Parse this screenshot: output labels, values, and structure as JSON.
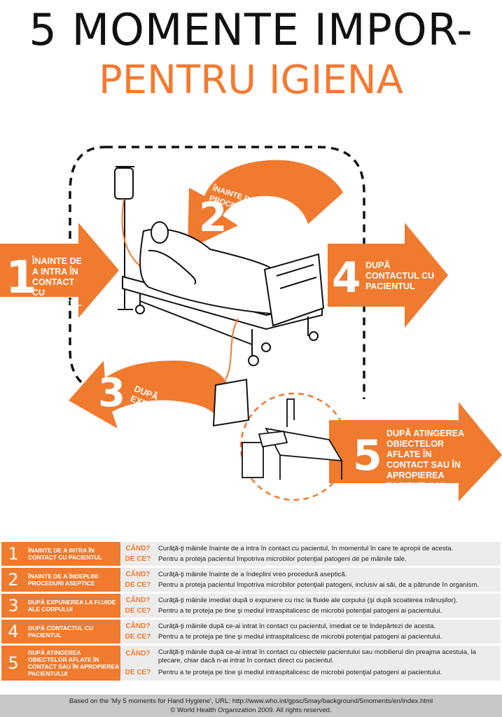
{
  "header": {
    "line1": "5 MOMENTE IMPOR-",
    "line2": "PENTRU IGIENA"
  },
  "colors": {
    "accent": "#f07a2e",
    "dark": "#111111",
    "gray": "#ececec"
  },
  "moments": [
    {
      "num": "1",
      "label": "ÎNAINTE DE A INTRA ÎN CONTACT CU PACIENTUL"
    },
    {
      "num": "2",
      "label": "ÎNAINTE DE A ÎNDEPLINI PROCEDURI ASEPTICE"
    },
    {
      "num": "3",
      "label": "DUPĂ EXPUNEREA LA FLUIDE ALE CORPULUI"
    },
    {
      "num": "4",
      "label": "DUPĂ CONTACTUL CU PACIENTUL"
    },
    {
      "num": "5",
      "label": "DUPĂ ATINGEREA OBIECTELOR AFLATE ÎN CONTACT SAU ÎN APROPIEREA PACIENTULUI"
    }
  ],
  "table": {
    "q_when": "CÂND?",
    "q_why": "DE CE?",
    "rows": [
      {
        "num": "1",
        "label": "ÎNAINTE DE A INTRA ÎN CONTACT CU PACIENTUL",
        "when": "Curăţă-ţi mâinile înainte de a intra în contact cu pacientul, în momentul în care te apropii de acesta.",
        "why": "Pentru a proteja pacientul împotriva microbilor potenţial patogeni de pe mâinile tale."
      },
      {
        "num": "2",
        "label": "ÎNAINTE DE A ÎNDEPLINI PROCEDURI ASEPTICE",
        "when": "Curăţă-ţi mâinile înainte de a îndeplini vreo procedură aseptică.",
        "why": "Pentru a proteja pacientul împotriva microbilor potenţiali patogeni, inclusiv ai săi, de a pătrunde în organism."
      },
      {
        "num": "3",
        "label": "DUPĂ EXPUNEREA LA FLUIDE ALE CORPULUI",
        "when": "Curăţă-ţi mâinile imediat după o expunere cu risc la fluide ale corpului (şi după scoaterea mănuşilor).",
        "why": "Pentru a te proteja pe tine şi mediul intraspitalicesc de microbii potenţial patogeni ai pacientului."
      },
      {
        "num": "4",
        "label": "DUPĂ CONTACTUL CU PACIENTUL",
        "when": "Curăţă-ţi mâinile după ce-ai intrat în contact cu pacientul, imediat ce te îndepărtezi de acesta.",
        "why": "Pentru a te proteja pe tine şi mediul intraspitalicesc de microbii potenţial patogeni ai pacientului."
      },
      {
        "num": "5",
        "label": "DUPĂ ATINGEREA OBIECTELOR AFLATE ÎN CONTACT SAU ÎN APROPIEREA PACIENTULUI",
        "when": "Curăţă-ţi mâinile după ce-ai intrat în contact cu obiectele pacientului sau mobilierul din preajma acestuia, la plecare, chiar dacă n-ai intrat în contact direct cu pacientul.",
        "why": "Pentru a te proteja pe tine şi mediul intraspitalicesc de microbii potenţial patogeni ai pacientului."
      }
    ]
  },
  "footer": {
    "line1": "Based on the 'My 5 moments for Hand Hygiene', URL: http://www.who.int/gpsc/5may/background/5moments/en/index.html",
    "line2": "© World Health Organization 2009. All rights reserved."
  }
}
